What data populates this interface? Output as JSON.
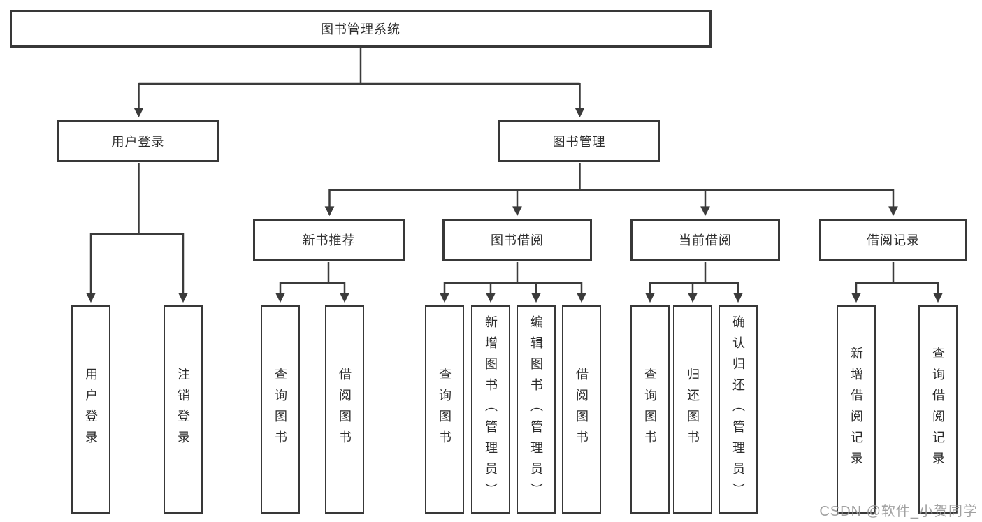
{
  "tree": {
    "root": {
      "label": "图书管理系统"
    },
    "branches": [
      {
        "label": "用户登录",
        "children": [
          {
            "label": "用户登录"
          },
          {
            "label": "注销登录"
          }
        ]
      },
      {
        "label": "图书管理",
        "groups": [
          {
            "label": "新书推荐",
            "children": [
              {
                "label": "查询图书"
              },
              {
                "label": "借阅图书"
              }
            ]
          },
          {
            "label": "图书借阅",
            "children": [
              {
                "label": "查询图书"
              },
              {
                "label": "新增图书（管理员）"
              },
              {
                "label": "编辑图书（管理员）"
              },
              {
                "label": "借阅图书"
              }
            ]
          },
          {
            "label": "当前借阅",
            "children": [
              {
                "label": "查询图书"
              },
              {
                "label": "归还图书"
              },
              {
                "label": "确认归还（管理员）"
              }
            ]
          },
          {
            "label": "借阅记录",
            "children": [
              {
                "label": "新增借阅记录"
              },
              {
                "label": "查询借阅记录"
              }
            ]
          }
        ]
      }
    ]
  },
  "watermark": {
    "text": "CSDN @软件_小贺同学"
  },
  "colors": {
    "line": "#3b3b3b",
    "border": "#383838",
    "text": "#2c2c2c",
    "watermark": "#979797",
    "background": "#ffffff"
  }
}
